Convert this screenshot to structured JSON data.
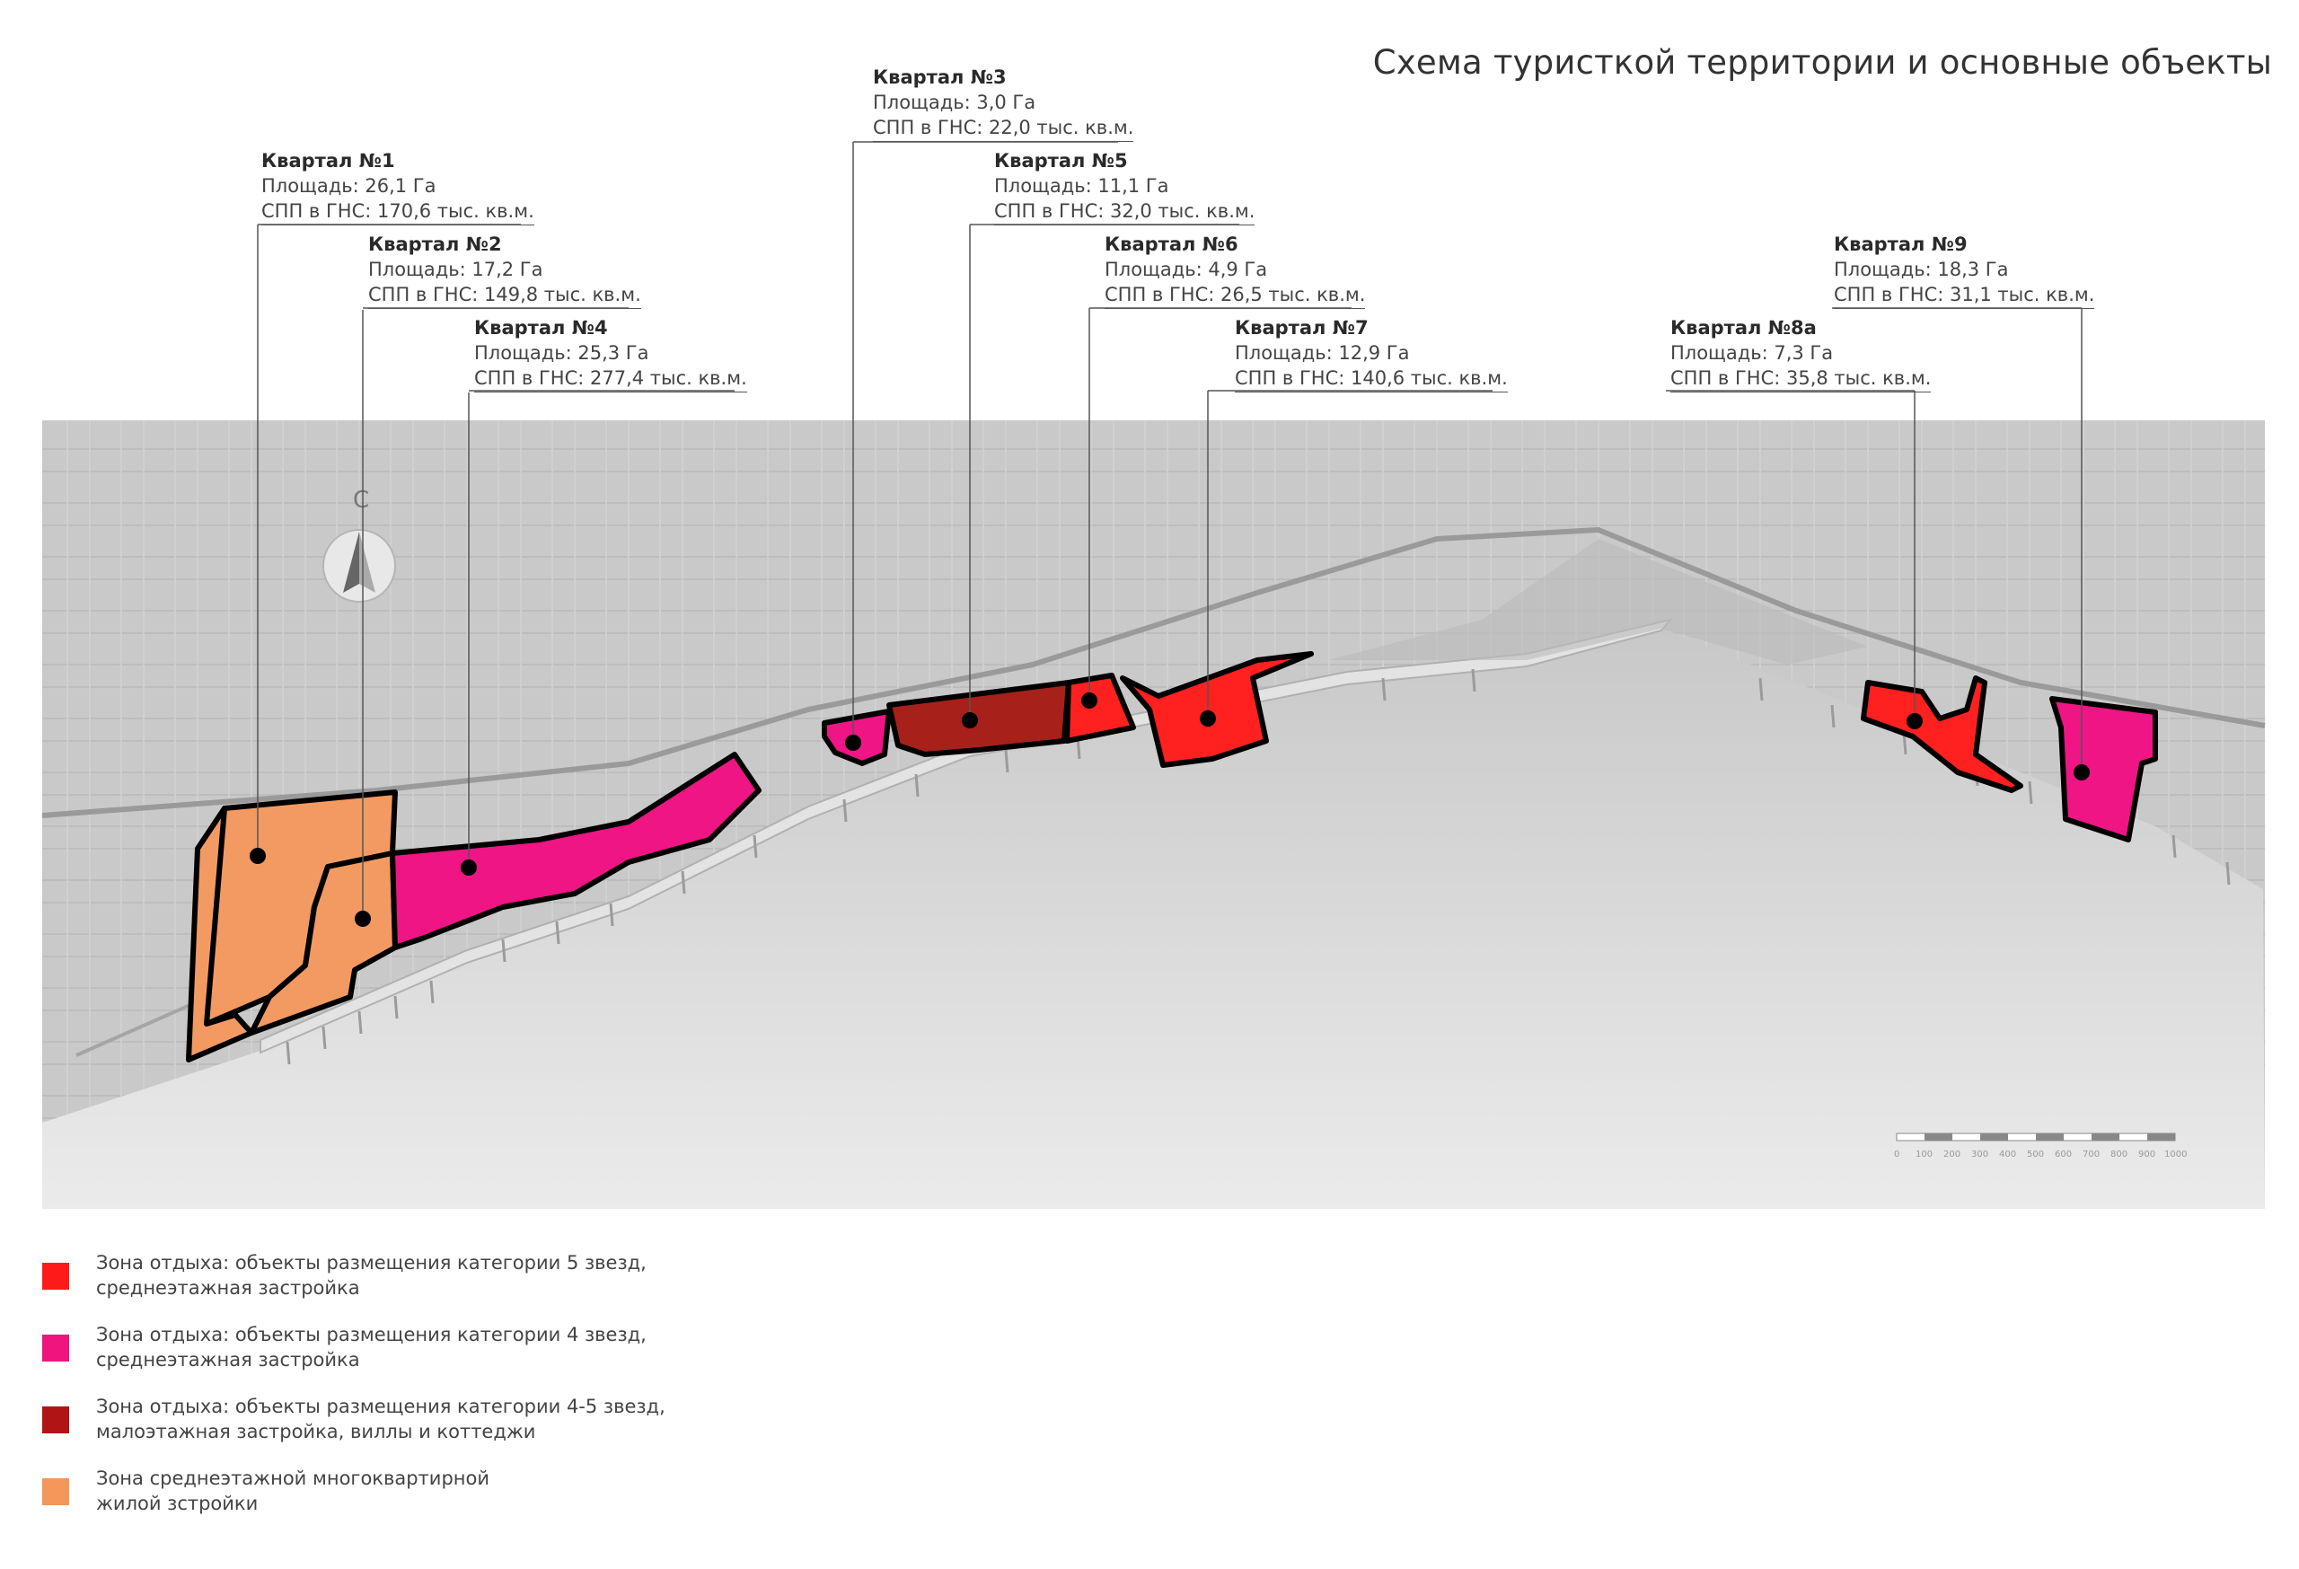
{
  "title": "Схема туристкой территории и основные объекты",
  "quarters": [
    {
      "name": "Квартал №1",
      "area": "Площадь: 26,1 Га",
      "gns": "СПП в ГНС: 170,6 тыс. кв.м."
    },
    {
      "name": "Квартал №2",
      "area": "Площадь: 17,2 Га",
      "gns": "СПП в ГНС: 149,8 тыс. кв.м."
    },
    {
      "name": "Квартал №4",
      "area": "Площадь: 25,3 Га",
      "gns": "СПП в ГНС: 277,4 тыс. кв.м."
    },
    {
      "name": "Квартал №3",
      "area": "Площадь: 3,0 Га",
      "gns": "СПП в ГНС: 22,0 тыс. кв.м."
    },
    {
      "name": "Квартал №5",
      "area": "Площадь: 11,1 Га",
      "gns": "СПП в ГНС: 32,0 тыс. кв.м."
    },
    {
      "name": "Квартал №6",
      "area": "Площадь: 4,9 Га",
      "gns": "СПП в ГНС: 26,5 тыс. кв.м."
    },
    {
      "name": "Квартал №7",
      "area": "Площадь: 12,9 Га",
      "gns": "СПП в ГНС: 140,6 тыс. кв.м."
    },
    {
      "name": "Квартал №9",
      "area": "Площадь: 18,3 Га",
      "gns": "СПП в ГНС: 31,1 тыс. кв.м."
    },
    {
      "name": "Квартал №8а",
      "area": "Площадь: 7,3 Га",
      "gns": "СПП в ГНС: 35,8 тыс. кв.м."
    }
  ],
  "legend": [
    {
      "color": "#ff1a1a",
      "line1": "Зона отдыха: объекты размещения категории 5 звезд,",
      "line2": "среднеэтажная застройка"
    },
    {
      "color": "#f0157e",
      "line1": "Зона отдыха: объекты размещения категории 4 звезд,",
      "line2": "среднеэтажная застройка"
    },
    {
      "color": "#b01414",
      "line1": "Зона отдыха: объекты размещения категории 4-5 звезд,",
      "line2": "малоэтажная застройка, виллы и коттеджи"
    },
    {
      "color": "#f5965a",
      "line1": "Зона среднеэтажной многоквартирной",
      "line2": "жилой зстройки"
    }
  ],
  "scale_bar": {
    "labels": [
      "0",
      "100",
      "200",
      "300",
      "400",
      "500",
      "600",
      "700",
      "800",
      "900",
      "1000"
    ]
  },
  "colors": {
    "zone_5star": "#ff2020",
    "zone_4star": "#ef1585",
    "zone_villas": "#a8201a",
    "zone_residential": "#f39a62",
    "water": "#d9d9d9",
    "land": "#cfcfcf"
  }
}
